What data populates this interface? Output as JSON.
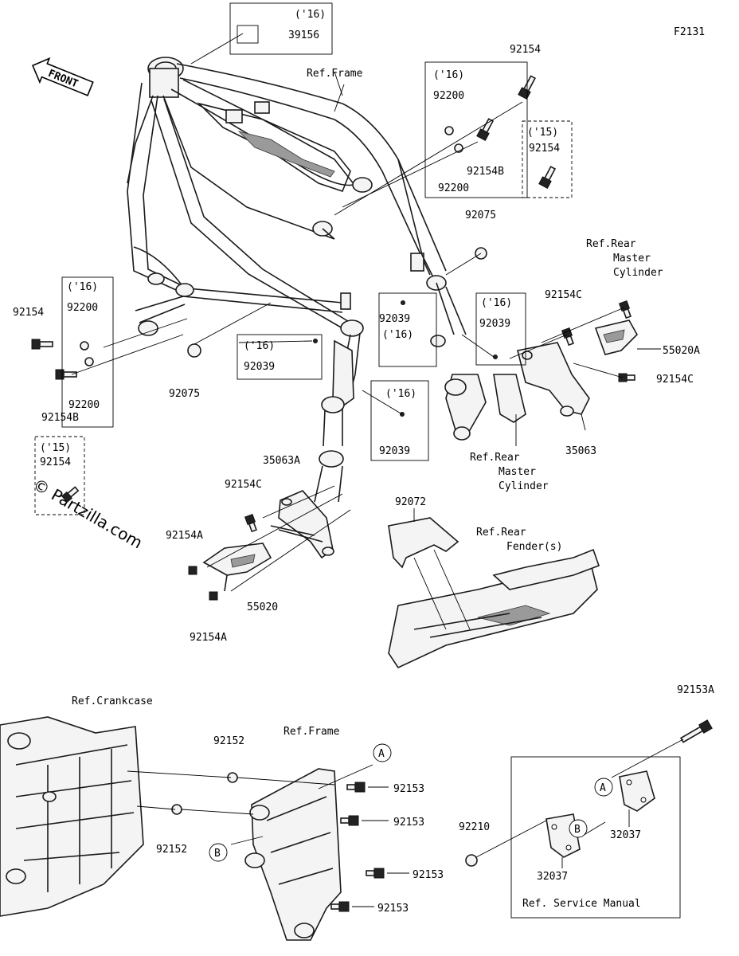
{
  "diagram_id": "F2131",
  "watermark": "© Partzilla.com",
  "direction_label": "FRONT",
  "part_numbers": {
    "p39156": "39156",
    "p92154": "92154",
    "p92154A": "92154A",
    "p92154B": "92154B",
    "p92154C": "92154C",
    "p92200": "92200",
    "p92075": "92075",
    "p92039": "92039",
    "p35063": "35063",
    "p35063A": "35063A",
    "p55020": "55020",
    "p55020A": "55020A",
    "p92072": "92072",
    "p92152": "92152",
    "p92153": "92153",
    "p92153A": "92153A",
    "p92210": "92210",
    "p32037": "32037"
  },
  "year_tags": {
    "y15": "('15)",
    "y16": "('16)"
  },
  "references": {
    "frame": "Ref.Frame",
    "rear_master_line1": "Ref.Rear",
    "rear_master_line2": "Master",
    "rear_master_line3": "Cylinder",
    "rear_fender_line1": "Ref.Rear",
    "rear_fender_line2": "Fender(s)",
    "crankcase": "Ref.Crankcase",
    "service_manual": "Ref. Service Manual"
  },
  "markers": {
    "a": "A",
    "b": "B"
  }
}
